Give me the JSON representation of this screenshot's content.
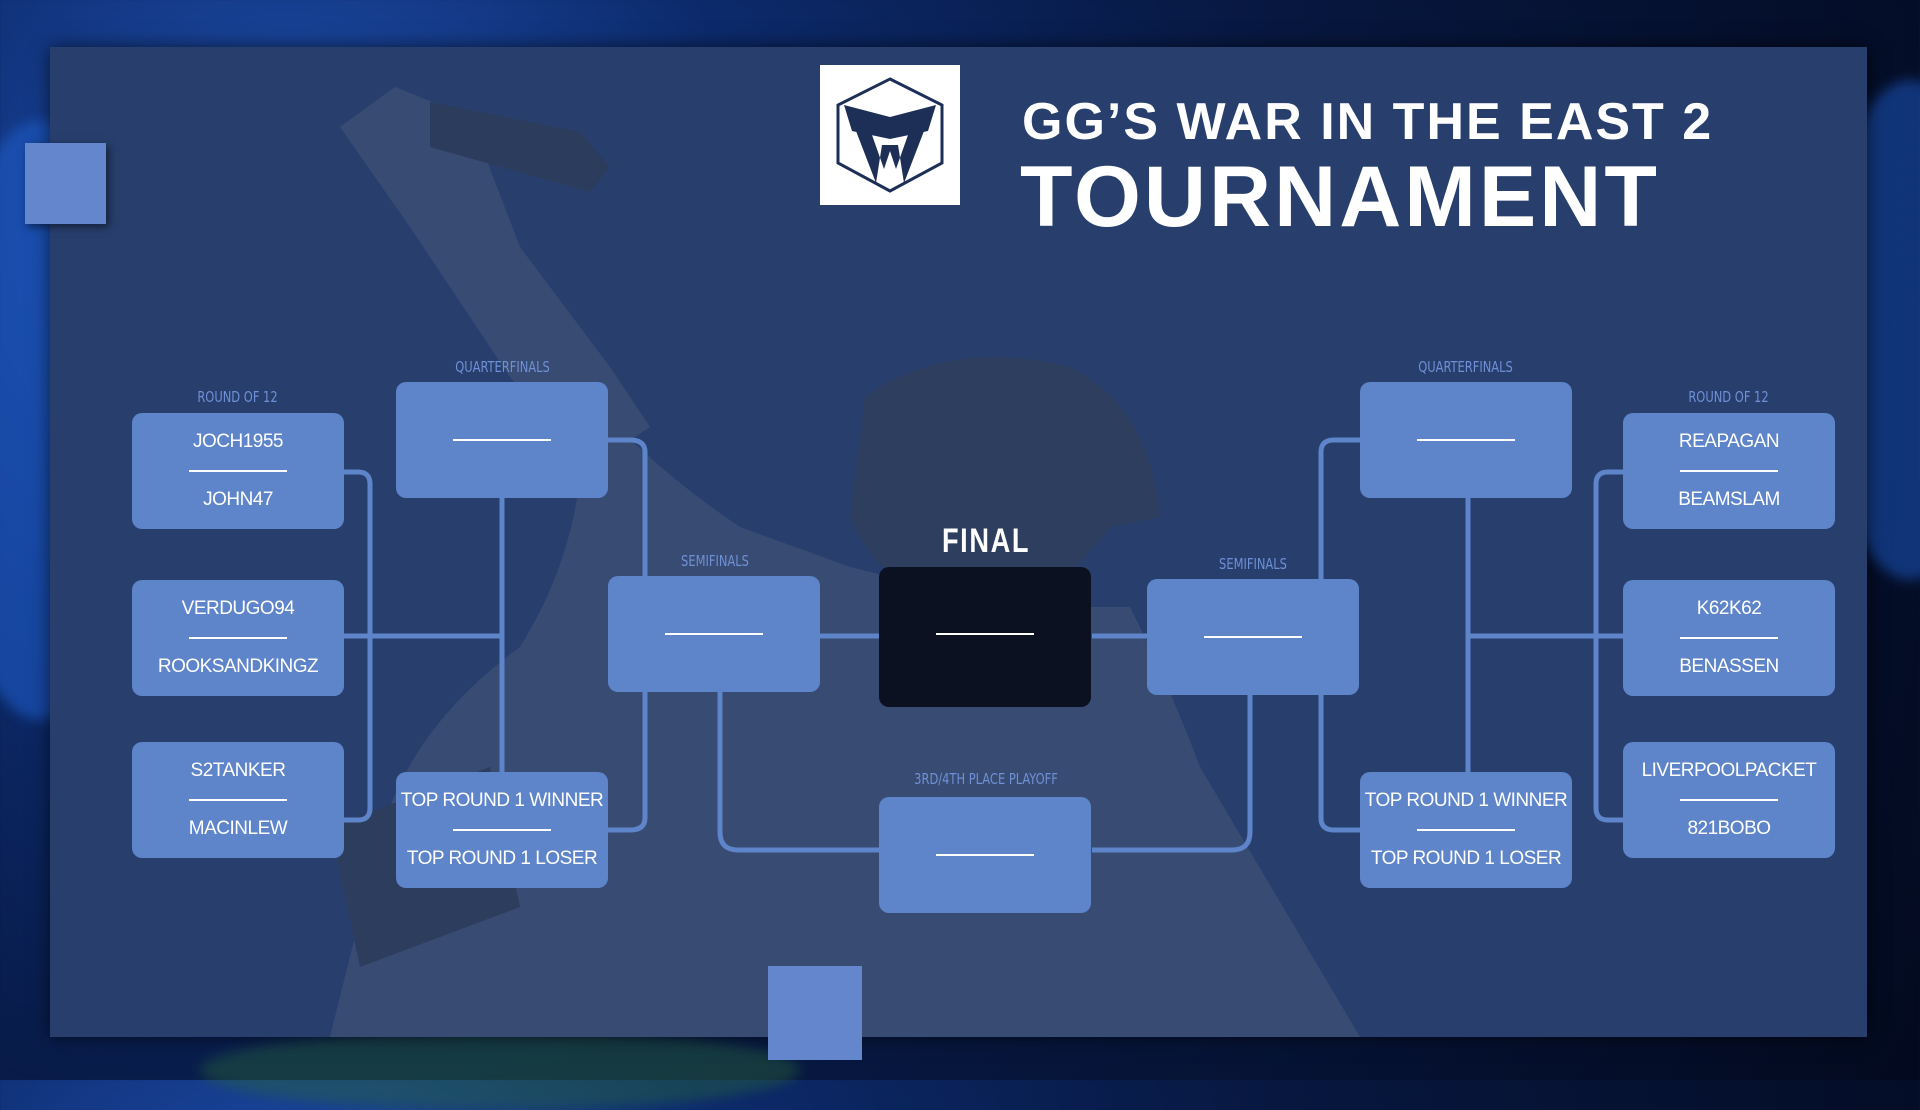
{
  "title": {
    "line1": "GG’S WAR IN THE EAST 2",
    "line2": "TOURNAMENT"
  },
  "labels": {
    "round_of_12": "ROUND OF 12",
    "quarterfinals": "QUARTERFINALS",
    "semifinals": "SEMIFINALS",
    "final": "FINAL",
    "playoff": "3RD/4TH PLACE PLAYOFF"
  },
  "left": {
    "round_of_12": [
      {
        "top": "JOCH1955",
        "bottom": "JOHN47"
      },
      {
        "top": "VERDUGO94",
        "bottom": "ROOKSANDKINGZ"
      },
      {
        "top": "S2TANKER",
        "bottom": "MACINLEW"
      }
    ],
    "quarterfinal_bottom": {
      "top": "TOP ROUND 1 WINNER",
      "bottom": "TOP ROUND 1 LOSER"
    }
  },
  "right": {
    "round_of_12": [
      {
        "top": "REAPAGAN",
        "bottom": "BEAMSLAM"
      },
      {
        "top": "K62K62",
        "bottom": "BENASSEN"
      },
      {
        "top": "LIVERPOOLPACKET",
        "bottom": "821BOBO"
      }
    ],
    "quarterfinal_bottom": {
      "top": "TOP ROUND 1 WINNER",
      "bottom": "TOP ROUND 1 LOSER"
    }
  },
  "colors": {
    "panel": "#283f6e",
    "box": "#5e84c9",
    "final_box": "#0b1120",
    "label": "#6f90d6",
    "accent": "#6386cc"
  },
  "icons": {
    "logo": "shield-cube-logo-icon"
  }
}
